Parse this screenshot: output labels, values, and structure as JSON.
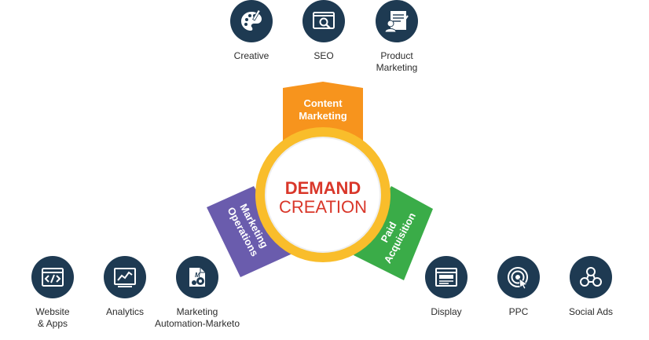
{
  "top_items": [
    {
      "label": "Creative",
      "icon": "palette-icon"
    },
    {
      "label": "SEO",
      "icon": "seo-search-icon"
    },
    {
      "label": "Product\nMarketing",
      "icon": "product-marketing-icon"
    }
  ],
  "bottom_left_items": [
    {
      "label": "Website\n& Apps",
      "icon": "code-window-icon"
    },
    {
      "label": "Analytics",
      "icon": "analytics-chart-icon"
    },
    {
      "label": "Marketing\nAutomation-Marketo",
      "icon": "marketo-gear-icon"
    }
  ],
  "bottom_right_items": [
    {
      "label": "Display",
      "icon": "display-layout-icon"
    },
    {
      "label": "PPC",
      "icon": "ppc-target-icon"
    },
    {
      "label": "Social Ads",
      "icon": "social-network-icon"
    }
  ],
  "segments": {
    "content": {
      "line1": "Content",
      "line2": "Marketing",
      "color": "#f7941d"
    },
    "operations": {
      "line1": "Marketing",
      "line2": "Operations",
      "color": "#6a5cad"
    },
    "paid": {
      "line1": "Paid",
      "line2": "Acquisition",
      "color": "#3aac48"
    }
  },
  "center": {
    "line1": "DEMAND",
    "line2": "CREATION",
    "line1_color": "#d9372a",
    "line2_color": "#d9372a",
    "ring_color": "#f9bd2b"
  },
  "colors": {
    "icon_bg": "#1e3a52",
    "label_text": "#2c2c2c"
  }
}
